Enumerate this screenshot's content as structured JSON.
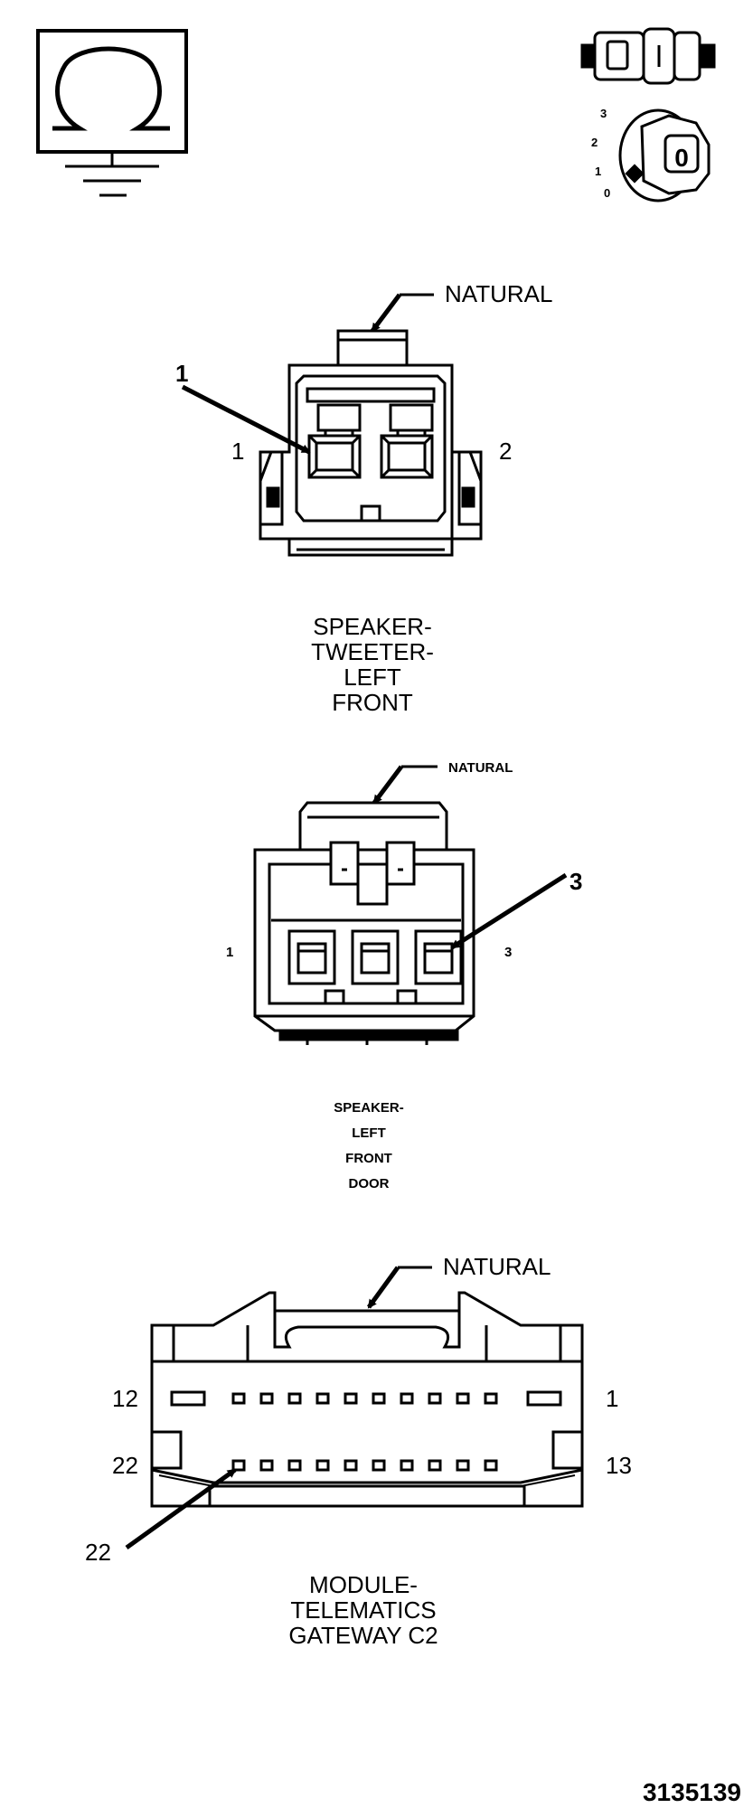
{
  "ground_symbol": {
    "icon": "ohm-ground-icon"
  },
  "ignition_switch": {
    "icon": "ignition-switch-icon",
    "key_label": "0",
    "positions": [
      "3",
      "2",
      "1",
      "0"
    ]
  },
  "connectors": [
    {
      "color_label": "NATURAL",
      "pin_left": "1",
      "pin_right": "2",
      "callout": "1",
      "name_lines": [
        "SPEAKER-",
        "TWEETER-",
        "LEFT",
        "FRONT"
      ]
    },
    {
      "color_label": "NATURAL",
      "pin_left": "1",
      "pin_right": "3",
      "callout": "3",
      "name_lines": [
        "SPEAKER-",
        "LEFT",
        "FRONT",
        "DOOR"
      ]
    },
    {
      "color_label": "NATURAL",
      "pin_top_left": "12",
      "pin_top_right": "1",
      "pin_bottom_left": "22",
      "pin_bottom_right": "13",
      "callout": "22",
      "name_lines": [
        "MODULE-",
        "TELEMATICS",
        "GATEWAY C2"
      ]
    }
  ],
  "figure_number": "3135139"
}
